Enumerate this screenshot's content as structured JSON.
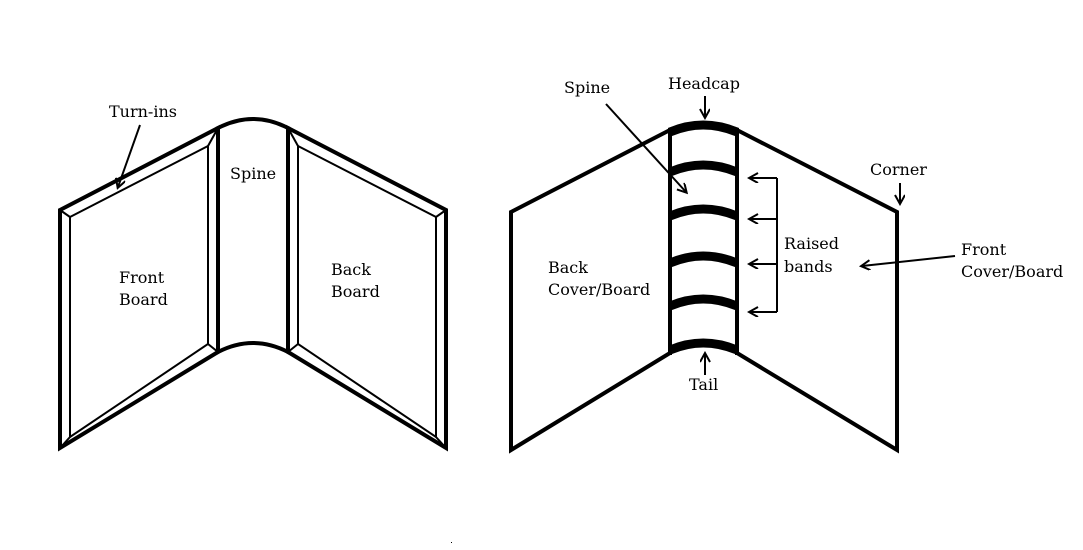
{
  "colors": {
    "ink": "#000000",
    "background": "#ffffff"
  },
  "left_figure": {
    "labels": {
      "turn_ins": "Turn-ins",
      "spine": "Spine",
      "front_board_line1": "Front",
      "front_board_line2": "Board",
      "back_board_line1": "Back",
      "back_board_line2": "Board"
    }
  },
  "right_figure": {
    "labels": {
      "spine": "Spine",
      "headcap": "Headcap",
      "corner": "Corner",
      "raised_bands_line1": "Raised",
      "raised_bands_line2": "bands",
      "front_cover_line1": "Front",
      "front_cover_line2": "Cover/Board",
      "back_cover_line1": "Back",
      "back_cover_line2": "Cover/Board",
      "tail": "Tail"
    }
  }
}
